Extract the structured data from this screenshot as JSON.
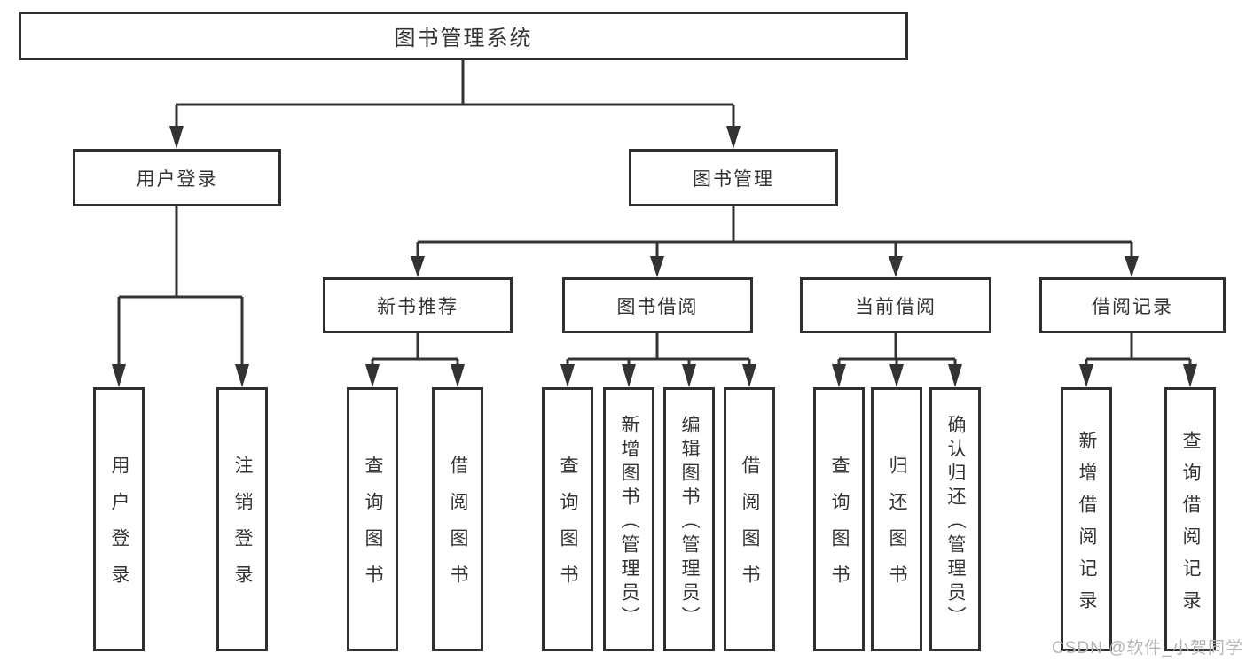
{
  "tree": {
    "root": "图书管理系统",
    "branches": [
      {
        "label": "用户登录",
        "leaves": [
          "用户登录",
          "注销登录"
        ]
      },
      {
        "label": "图书管理",
        "sections": [
          {
            "label": "新书推荐",
            "leaves": [
              "查询图书",
              "借阅图书"
            ]
          },
          {
            "label": "图书借阅",
            "leaves": [
              "查询图书",
              "新增图书（管理员）",
              "编辑图书（管理员）",
              "借阅图书"
            ]
          },
          {
            "label": "当前借阅",
            "leaves": [
              "查询图书",
              "归还图书",
              "确认归还（管理员）"
            ]
          },
          {
            "label": "借阅记录",
            "leaves": [
              "新增借阅记录",
              "查询借阅记录"
            ]
          }
        ]
      }
    ]
  },
  "watermark": "CSDN @软件_小贺同学",
  "colors": {
    "line": "#333333",
    "box_border": "#2f2f2f",
    "text": "#333333",
    "watermark": "#b4b4b4",
    "background": "#ffffff"
  }
}
